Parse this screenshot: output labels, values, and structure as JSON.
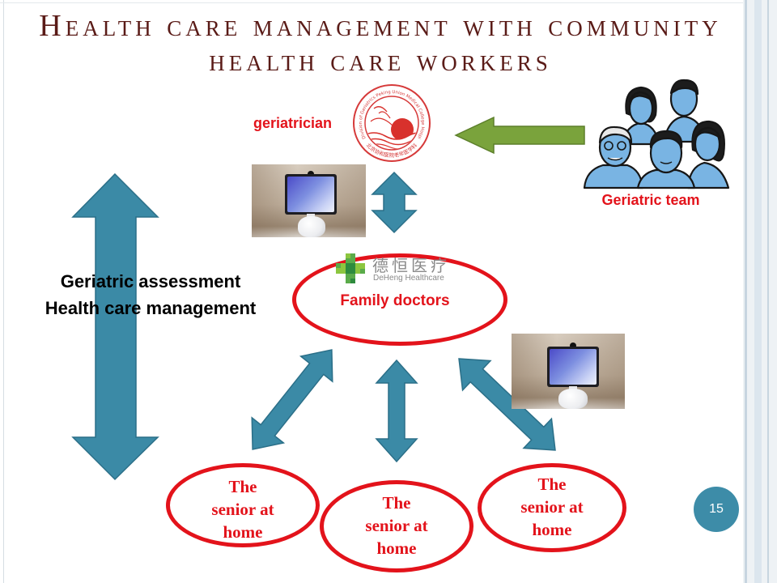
{
  "slide": {
    "title_line1": "Health care management with community",
    "title_line2": "health care workers",
    "page_number": "15"
  },
  "top": {
    "geriatrician_label": "geriatrician",
    "seal_text_top": "Division of Geriatrics Peking Union Medical College Hospital",
    "seal_text_bottom": "北京协和医院老年医学科",
    "team_label": "Geriatric team"
  },
  "left": {
    "line1": "Geriatric assessment",
    "line2": "Health care management"
  },
  "center": {
    "logo_cn": "德恒医疗",
    "logo_en": "DeHeng Healthcare",
    "label": "Family doctors"
  },
  "seniors": [
    {
      "lines": [
        "The",
        "senior at",
        "home"
      ]
    },
    {
      "lines": [
        "The",
        "senior at",
        "home"
      ]
    },
    {
      "lines": [
        "The",
        "senior at",
        "home"
      ]
    }
  ],
  "icons": [
    "geriatrics-seal-logo",
    "geriatric-team-clipart",
    "robot-device-photo",
    "deheng-cross-logo",
    "double-arrow",
    "left-arrow"
  ],
  "colors": {
    "title": "#5a1b17",
    "accent_red": "#e3131b",
    "arrow_teal": "#3b8aa6",
    "arrow_green": "#7aa33c",
    "page_badge": "#3d8ca8"
  }
}
